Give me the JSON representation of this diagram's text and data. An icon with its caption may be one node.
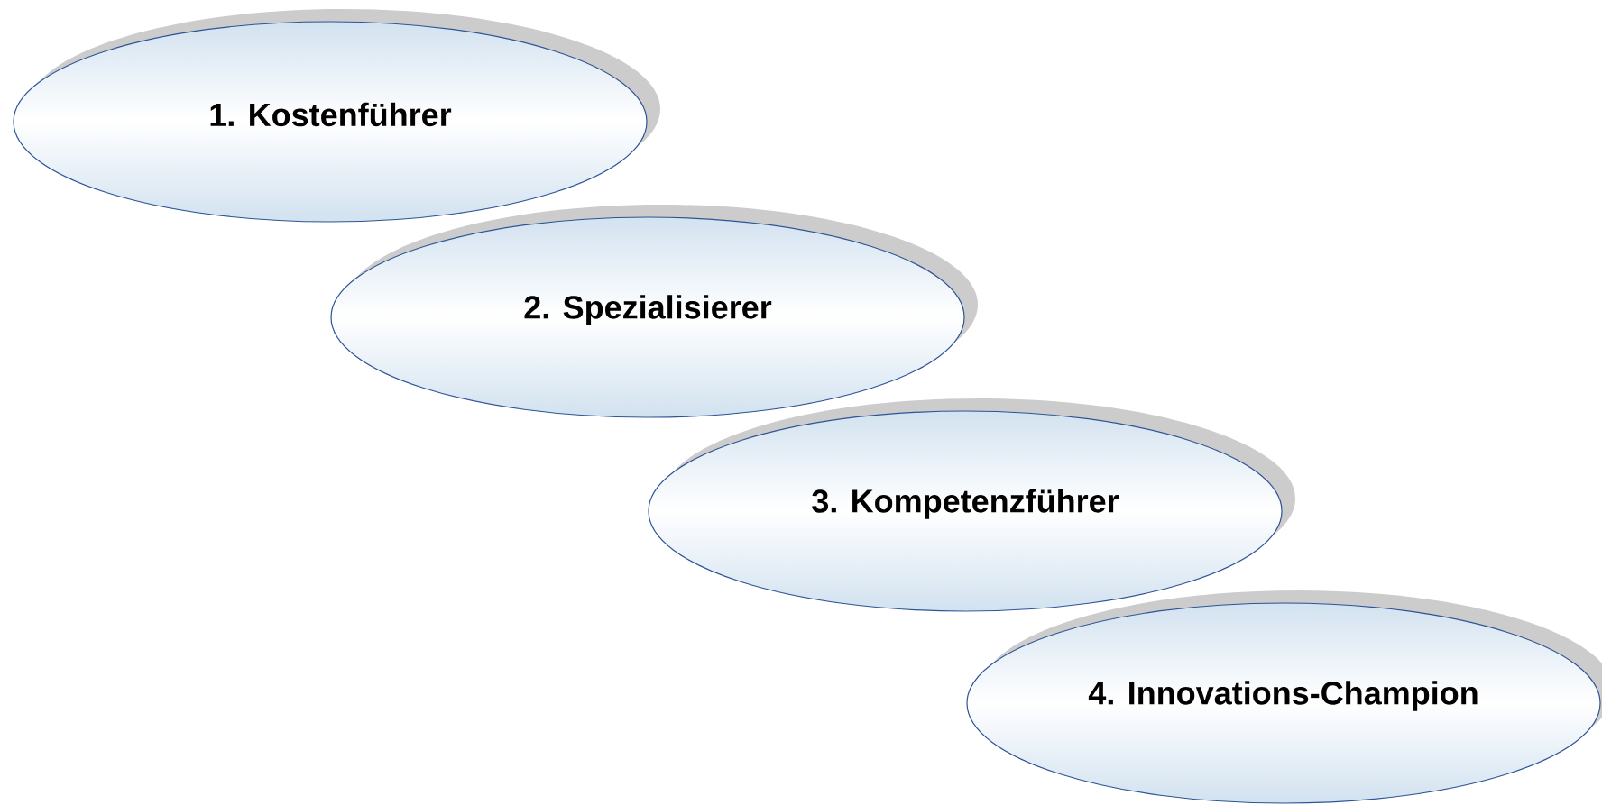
{
  "diagram": {
    "nodes": [
      {
        "text": [
          "1. Kostenführer"
        ]
      },
      {
        "text": [
          "2. Spezialisierer"
        ]
      },
      {
        "text": [
          "3. Kompetenzführer"
        ]
      },
      {
        "text": [
          "4. Innovations-Champion"
        ]
      }
    ]
  }
}
